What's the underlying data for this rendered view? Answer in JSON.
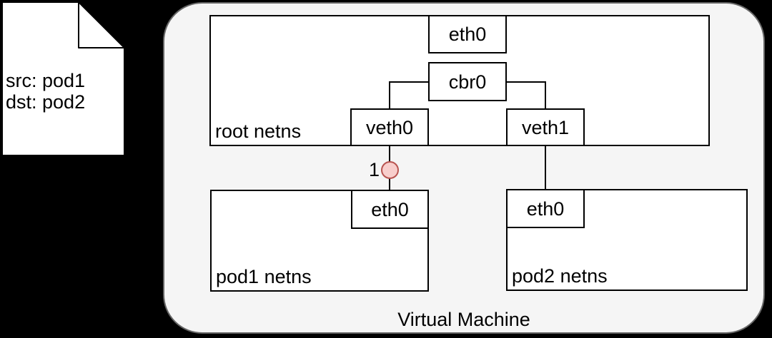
{
  "note": {
    "line1": "src: pod1",
    "line2": "dst: pod2"
  },
  "vm": {
    "label": "Virtual Machine"
  },
  "nodes": {
    "root_netns": {
      "label": "root netns"
    },
    "root_eth0": {
      "label": "eth0"
    },
    "cbr0": {
      "label": "cbr0"
    },
    "veth0": {
      "label": "veth0"
    },
    "veth1": {
      "label": "veth1"
    },
    "pod1_netns": {
      "label": "pod1 netns"
    },
    "pod1_eth0": {
      "label": "eth0"
    },
    "pod2_netns": {
      "label": "pod2 netns"
    },
    "pod2_eth0": {
      "label": "eth0"
    }
  },
  "marker": {
    "label": "1"
  },
  "colors": {
    "background": "#000000",
    "vm_fill": "#f5f5f5",
    "vm_border": "#666666",
    "box_fill": "#ffffff",
    "box_border": "#000000",
    "connector": "#000000",
    "text": "#000000",
    "marker_fill": "#f8cecc",
    "marker_stroke": "#b85450"
  }
}
